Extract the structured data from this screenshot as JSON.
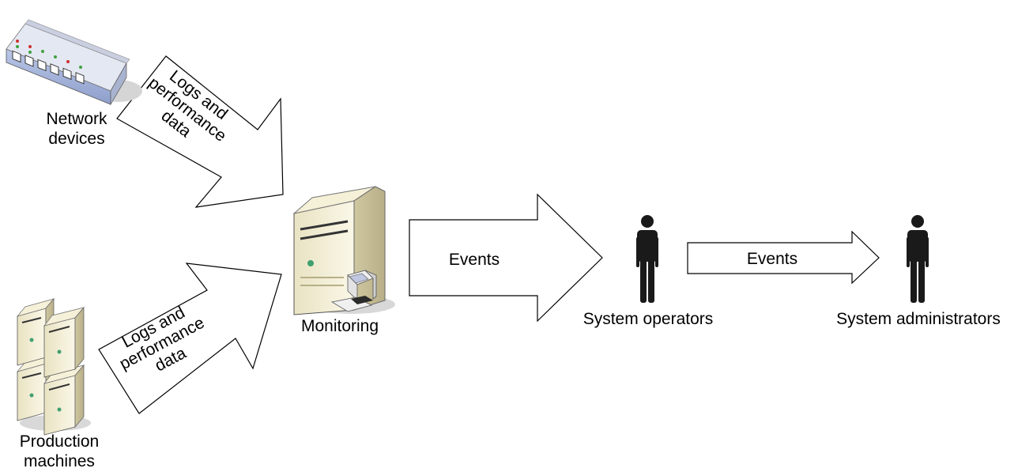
{
  "nodes": {
    "network_devices": "Network\ndevices",
    "production_machines": "Production\nmachines",
    "monitoring": "Monitoring",
    "system_operators": "System operators",
    "system_administrators": "System administrators"
  },
  "edges": {
    "network_to_monitoring": "Logs and\nperformance\ndata",
    "production_to_monitoring": "Logs and\nperformance\ndata",
    "monitoring_to_operators": "Events",
    "operators_to_admins": "Events"
  },
  "colors": {
    "arrow_stroke": "#000000",
    "arrow_fill": "#ffffff",
    "device_body": "#f0ecd2",
    "device_shadow": "#d0d0d0",
    "person": "#1a1a1a"
  }
}
